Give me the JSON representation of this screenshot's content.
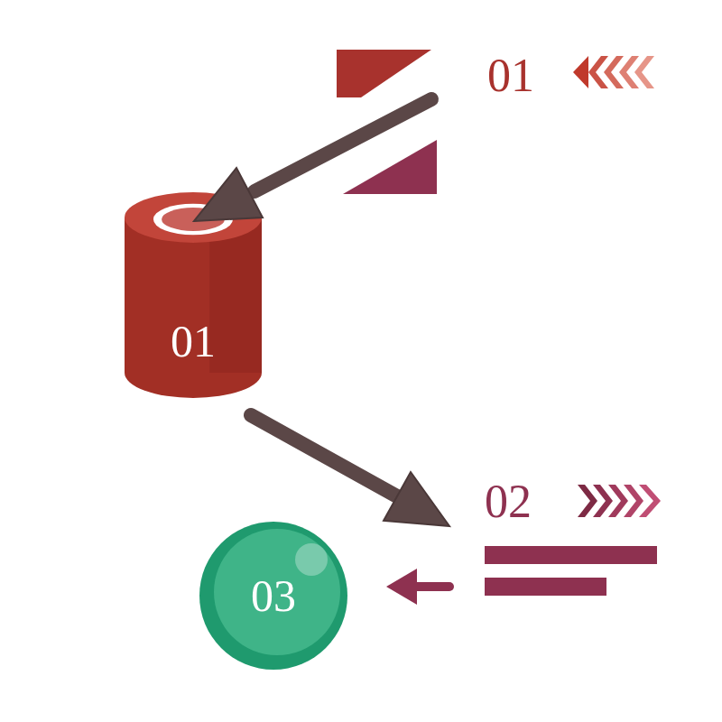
{
  "diagram": {
    "nodes": [
      {
        "text": [
          "01"
        ]
      },
      {
        "text": [
          "03"
        ]
      }
    ],
    "labels": [
      "01",
      "02"
    ]
  }
}
